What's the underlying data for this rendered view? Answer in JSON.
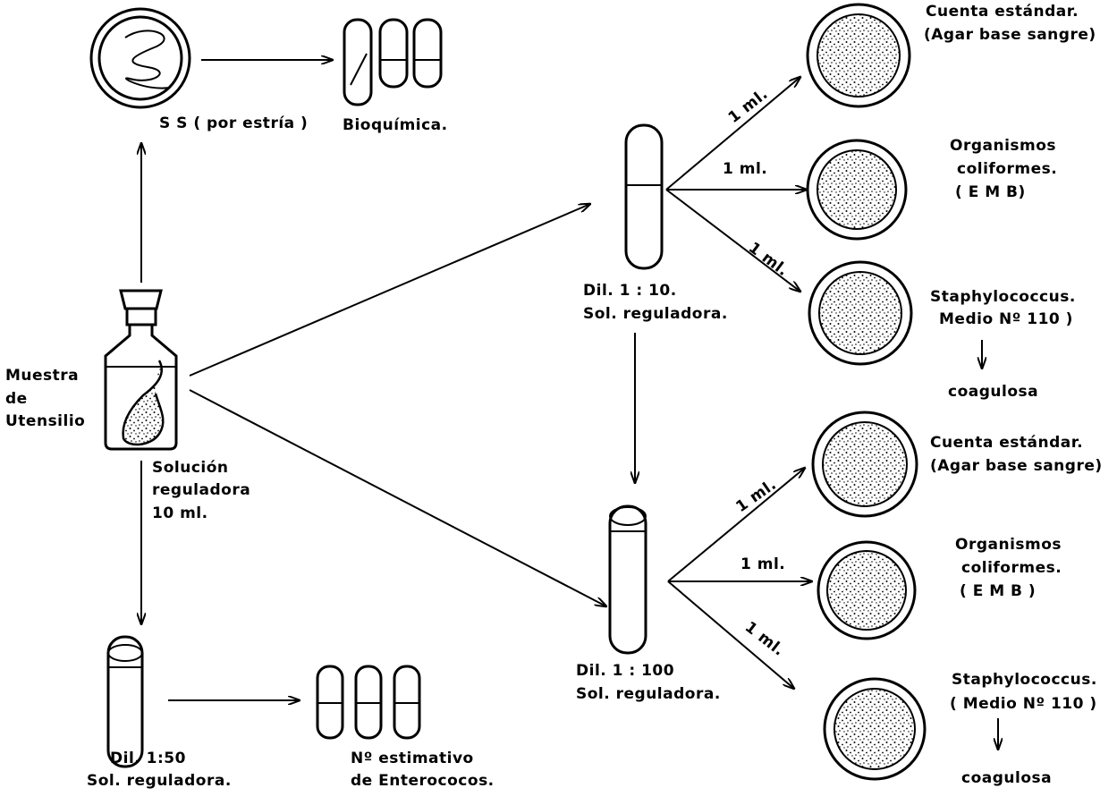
{
  "colors": {
    "ink": "#000000",
    "background": "#ffffff"
  },
  "labels": {
    "ss": "S S ( por estría )",
    "bioquimica": "Bioquímica.",
    "muestra_1": "Muestra",
    "muestra_2": "de",
    "muestra_3": "Utensilio",
    "solucion_1": "Solución",
    "solucion_2": "reguladora",
    "solucion_3": "10 ml.",
    "dil10_1": "Dil. 1 : 10.",
    "dil10_2": "Sol. reguladora.",
    "dil100_1": "Dil. 1 : 100",
    "dil100_2": "Sol. reguladora.",
    "dil50_1": "Dil. 1:50",
    "dil50_2": "Sol. reguladora.",
    "entero_1": "Nº estimativo",
    "entero_2": "de Enterococos.",
    "ml_a": "1 ml.",
    "ml_b": "1 ml.",
    "ml_c": "1 ml.",
    "ml_d": "1 ml.",
    "ml_e": "1 ml.",
    "ml_f": "1 ml.",
    "cuenta1_1": "Cuenta estándar.",
    "cuenta1_2": "(Agar base sangre)",
    "org1_1": "Organismos",
    "org1_2": "coliformes.",
    "org1_3": "( E M B)",
    "staph1_1": "Staphylococcus.",
    "staph1_2": "Medio Nº 110 )",
    "coag1": "coagulosa",
    "cuenta2_1": "Cuenta estándar.",
    "cuenta2_2": "(Agar base sangre)",
    "org2_1": "Organismos",
    "org2_2": "coliformes.",
    "org2_3": "( E M B )",
    "staph2_1": "Staphylococcus.",
    "staph2_2": "( Medio Nº 110 )",
    "coag2": "coagulosa"
  }
}
